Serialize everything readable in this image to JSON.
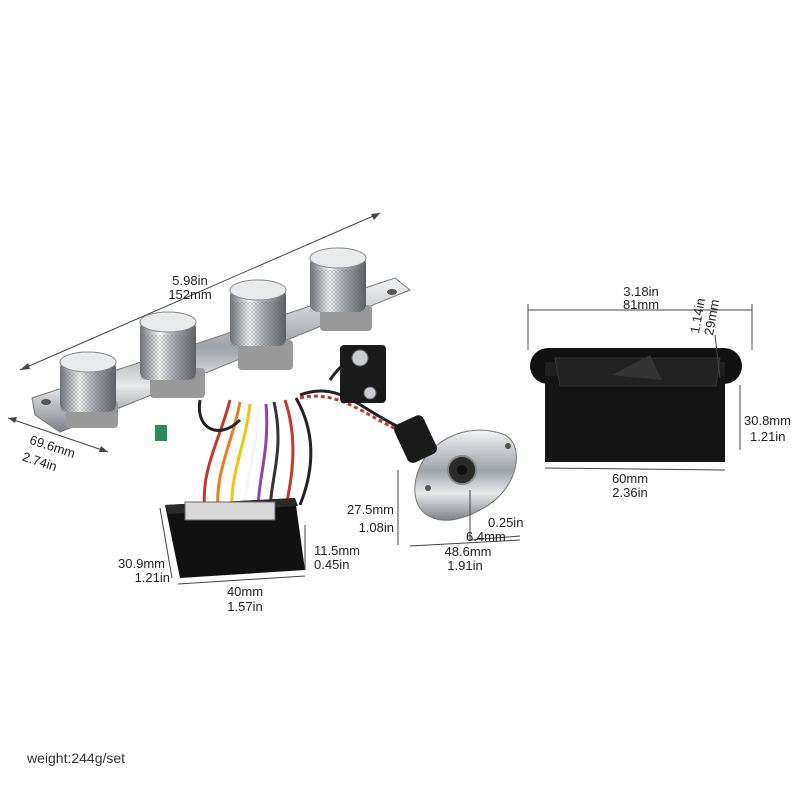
{
  "dimensions": {
    "plate_length_in": "5.98in",
    "plate_length_mm": "152mm",
    "plate_width_mm": "69.6mm",
    "plate_width_in": "2.74in",
    "preamp_height_mm": "30.9mm",
    "preamp_height_in": "1.21in",
    "preamp_thick_mm": "11.5mm",
    "preamp_thick_in": "0.45in",
    "preamp_length_mm": "40mm",
    "preamp_length_in": "1.57in",
    "jack_height_mm": "27.5mm",
    "jack_height_in": "1.08in",
    "jack_hole_in": "0.25in",
    "jack_hole_mm": "6.4mm",
    "jack_width_mm": "48.6mm",
    "jack_width_in": "1.91in",
    "battery_box_len_in": "3.18in",
    "battery_box_len_mm": "81mm",
    "battery_box_depth_in": "1.14in",
    "battery_box_depth_mm": "29mm",
    "battery_box_h_mm": "30.8mm",
    "battery_box_h_in": "1.21in",
    "battery_box_w_mm": "60mm",
    "battery_box_w_in": "2.36in"
  },
  "footer": {
    "weight": "weight:244g/set"
  },
  "colors": {
    "chrome": "#c9ccd0",
    "black": "#1a1a1a",
    "wire_red": "#c0392b",
    "wire_orange": "#e67e22",
    "wire_yellow": "#f1c40f"
  }
}
